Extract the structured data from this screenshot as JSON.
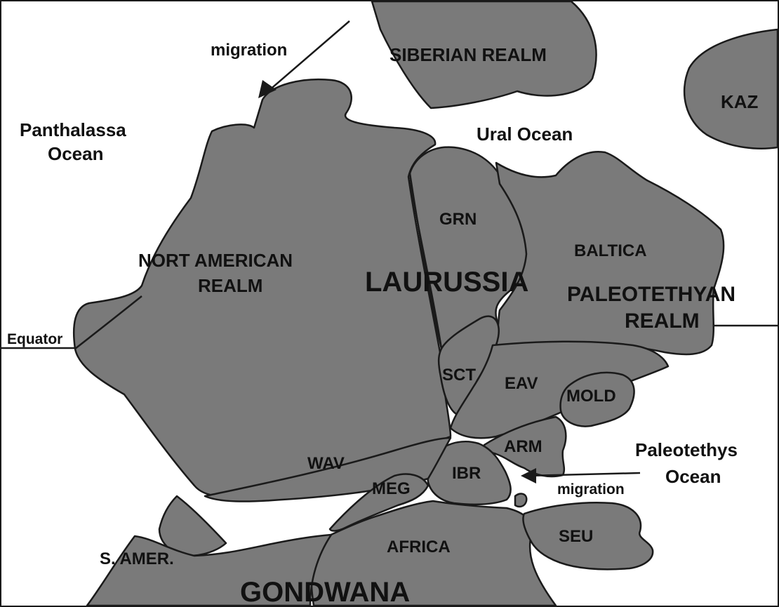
{
  "map": {
    "colors": {
      "land": "#7a7a7a",
      "outline": "#1a1a1a",
      "ocean": "#ffffff",
      "text": "#111111"
    },
    "labels": {
      "migration_top": "migration",
      "siberian": "SIBERIAN REALM",
      "kaz": "KAZ",
      "panthalassa_1": "Panthalassa",
      "panthalassa_2": "Ocean",
      "ural": "Ural Ocean",
      "grn": "GRN",
      "baltica": "BALTICA",
      "north_american_1": "NORT AMERICAN",
      "north_american_2": "REALM",
      "laurussia": "LAURUSSIA",
      "paleotethyan_1": "PALEOTETHYAN",
      "paleotethyan_2": "REALM",
      "equator": "Equator",
      "sct": "SCT",
      "eav": "EAV",
      "mold": "MOLD",
      "arm": "ARM",
      "paleotethys_1": "Paleotethys",
      "paleotethys_2": "Ocean",
      "wav": "WAV",
      "ibr": "IBR",
      "meg": "MEG",
      "migration_bottom": "migration",
      "seu": "SEU",
      "africa": "AFRICA",
      "s_amer": "S. AMER.",
      "gondwana": "GONDWANA"
    }
  }
}
